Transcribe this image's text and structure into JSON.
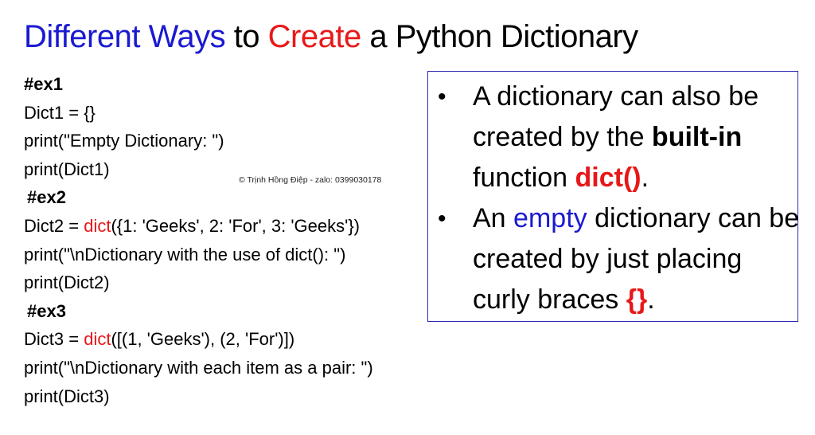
{
  "title": {
    "part1": "Different Ways",
    "part2": " to ",
    "part3": "Create",
    "part4": " a Python Dictionary"
  },
  "code": {
    "ex1_header": "#ex1",
    "line1": "Dict1 = {}",
    "line2": "print(\"Empty Dictionary: \")",
    "line3": "print(Dict1)",
    "ex2_header": "#ex2",
    "line4_pre": "Dict2 = ",
    "line4_kw": "dict",
    "line4_post": "({1: 'Geeks', 2: 'For', 3: 'Geeks'})",
    "line5": "print(\"\\nDictionary with the use of dict(): \")",
    "line6": "print(Dict2)",
    "ex3_header": "#ex3",
    "line7_pre": "Dict3 = ",
    "line7_kw": "dict",
    "line7_post": "([(1, 'Geeks'), (2, 'For')])",
    "line8": "print(\"\\nDictionary with each item as a pair: \")",
    "line9": "print(Dict3)"
  },
  "credit": "© Trịnh Hồng Điệp - zalo: 0399030178",
  "bullets": {
    "marker": "•",
    "b1_text1": "A dictionary can also be created by the ",
    "b1_bold": "built-in",
    "b1_text2": " function ",
    "b1_red": "dict()",
    "b1_end": ".",
    "b2_text1": "An ",
    "b2_blue": "empty",
    "b2_text2": " dictionary can be created by just placing curly braces ",
    "b2_red": "{}",
    "b2_end": "."
  },
  "colors": {
    "blue": "#1a1ad0",
    "red": "#e81818",
    "box_border": "#2b2bb0"
  }
}
